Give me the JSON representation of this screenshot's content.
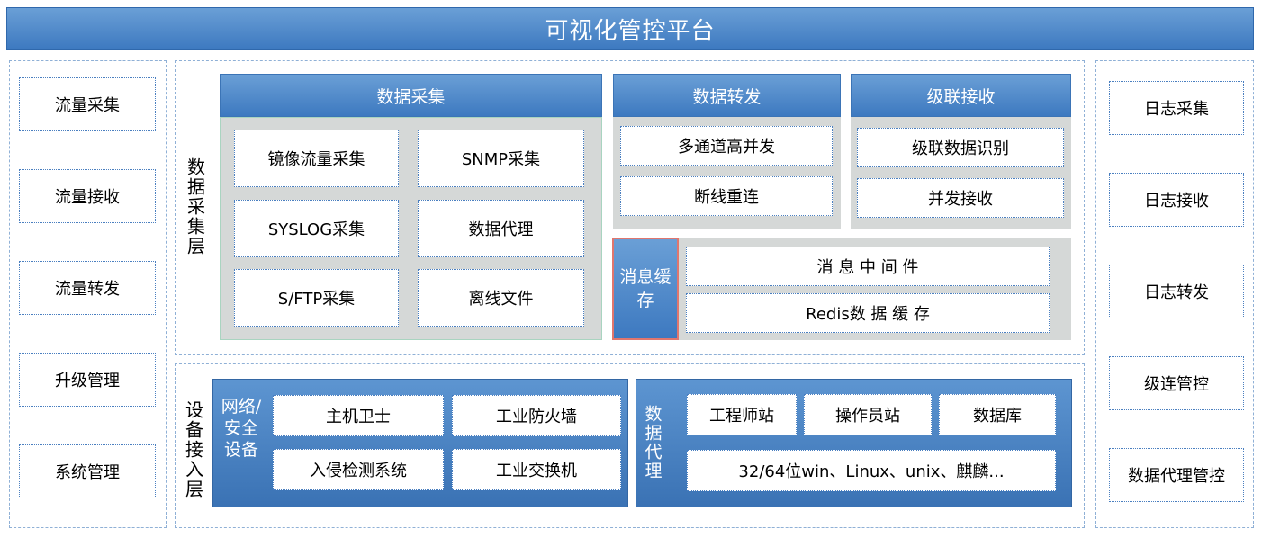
{
  "title": "可视化管控平台",
  "left_panel": [
    "流量采集",
    "流量接收",
    "流量转发",
    "升级管理",
    "系统管理"
  ],
  "right_panel": [
    "日志采集",
    "日志接收",
    "日志转发",
    "级连管控",
    "数据代理管控"
  ],
  "collection_layer": {
    "label": "数据采集层",
    "data_collection": {
      "header": "数据采集",
      "items": [
        "镜像流量采集",
        "SNMP采集",
        "SYSLOG采集",
        "数据代理",
        "S/FTP采集",
        "离线文件"
      ]
    },
    "data_forward": {
      "header": "数据转发",
      "items": [
        "多通道高并发",
        "断线重连"
      ]
    },
    "cascade_receive": {
      "header": "级联接收",
      "items": [
        "级联数据识别",
        "并发接收"
      ]
    },
    "message_cache": {
      "label": "消息缓存",
      "items": [
        "消 息 中 间 件",
        "Redis数 据 缓 存"
      ]
    }
  },
  "access_layer": {
    "label": "设备接入层",
    "network_security": {
      "label": "网络/安全设备",
      "items": [
        "主机卫士",
        "工业防火墙",
        "入侵检测系统",
        "工业交换机"
      ]
    },
    "data_proxy": {
      "label": "数据代理",
      "items": [
        "工程师站",
        "操作员站",
        "数据库",
        "32/64位win、Linux、unix、麒麟..."
      ]
    }
  },
  "colors": {
    "header_blue": "#4a85c8",
    "panel_gray": "#d5d8d7",
    "cache_border": "#e0766e",
    "dash_border": "#8fb0d6"
  }
}
